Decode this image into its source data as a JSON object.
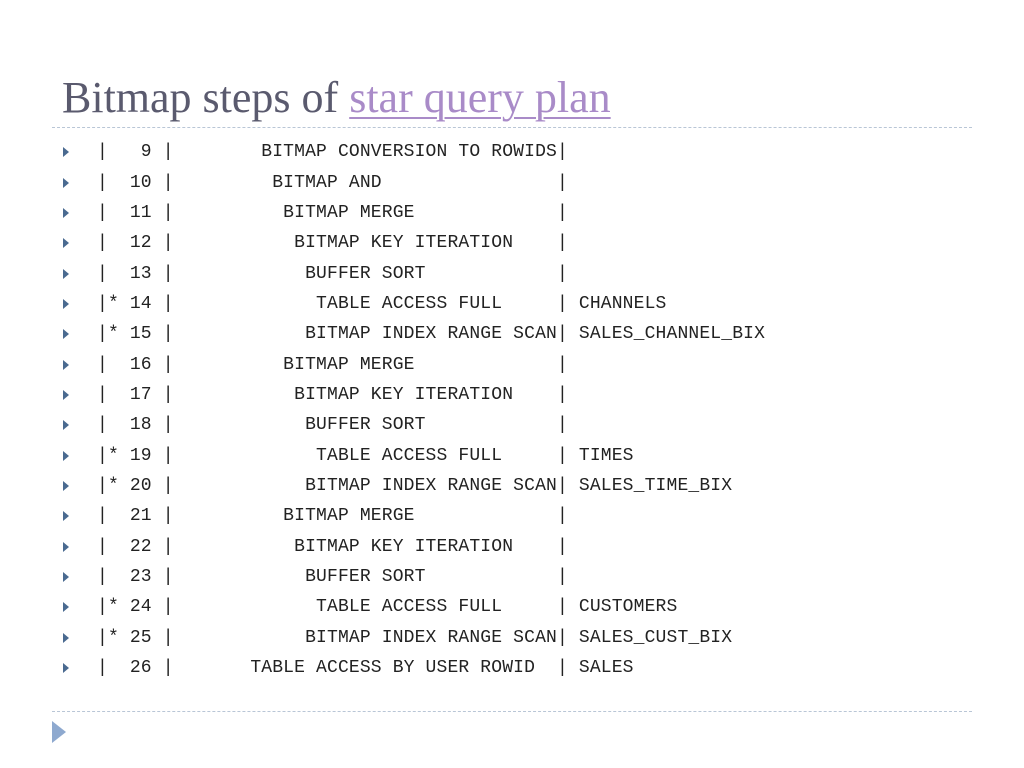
{
  "slide": {
    "title_prefix": "Bitmap steps of ",
    "title_link": "star query plan",
    "rows": [
      "|   9 |        BITMAP CONVERSION TO ROWIDS|",
      "|  10 |         BITMAP AND                |",
      "|  11 |          BITMAP MERGE             |",
      "|  12 |           BITMAP KEY ITERATION    |",
      "|  13 |            BUFFER SORT            |",
      "|* 14 |             TABLE ACCESS FULL     | CHANNELS",
      "|* 15 |            BITMAP INDEX RANGE SCAN| SALES_CHANNEL_BIX",
      "|  16 |          BITMAP MERGE             |",
      "|  17 |           BITMAP KEY ITERATION    |",
      "|  18 |            BUFFER SORT            |",
      "|* 19 |             TABLE ACCESS FULL     | TIMES",
      "|* 20 |            BITMAP INDEX RANGE SCAN| SALES_TIME_BIX",
      "|  21 |          BITMAP MERGE             |",
      "|  22 |           BITMAP KEY ITERATION    |",
      "|  23 |            BUFFER SORT            |",
      "|* 24 |             TABLE ACCESS FULL     | CUSTOMERS",
      "|* 25 |            BITMAP INDEX RANGE SCAN| SALES_CUST_BIX",
      "|  26 |       TABLE ACCESS BY USER ROWID  | SALES"
    ]
  }
}
